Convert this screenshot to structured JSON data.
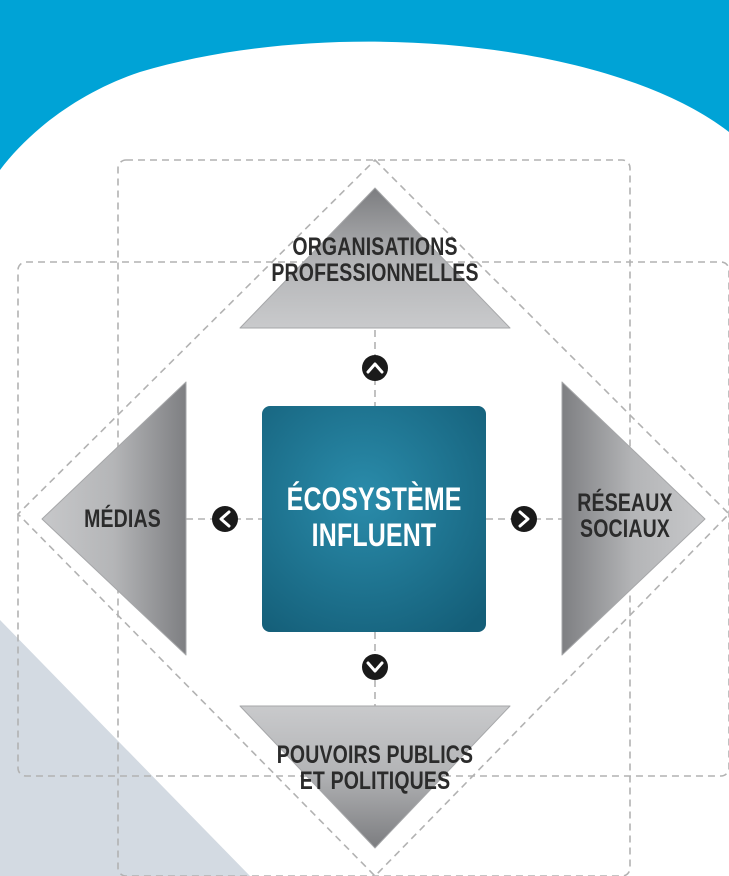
{
  "center": {
    "line1": "ÉCOSYSTÈME",
    "line2": "INFLUENT"
  },
  "nodes": {
    "top": {
      "line1": "ORGANISATIONS",
      "line2": "PROFESSIONNELLES"
    },
    "left": {
      "line1": "MÉDIAS"
    },
    "right": {
      "line1": "RÉSEAUX",
      "line2": "SOCIAUX"
    },
    "bottom": {
      "line1": "POUVOIRS PUBLICS",
      "line2": "ET POLITIQUES"
    }
  },
  "colors": {
    "background_top": "#00a3d6",
    "background_white": "#ffffff",
    "background_bottom_left": "#d3dae2",
    "center_box": "#1b7290",
    "triangle": "#b5b6b8",
    "dashed_line": "#b2b2b2",
    "arrow_circle": "#1a1a1a"
  },
  "icons": [
    "chevron-up-icon",
    "chevron-left-icon",
    "chevron-right-icon",
    "chevron-down-icon"
  ]
}
